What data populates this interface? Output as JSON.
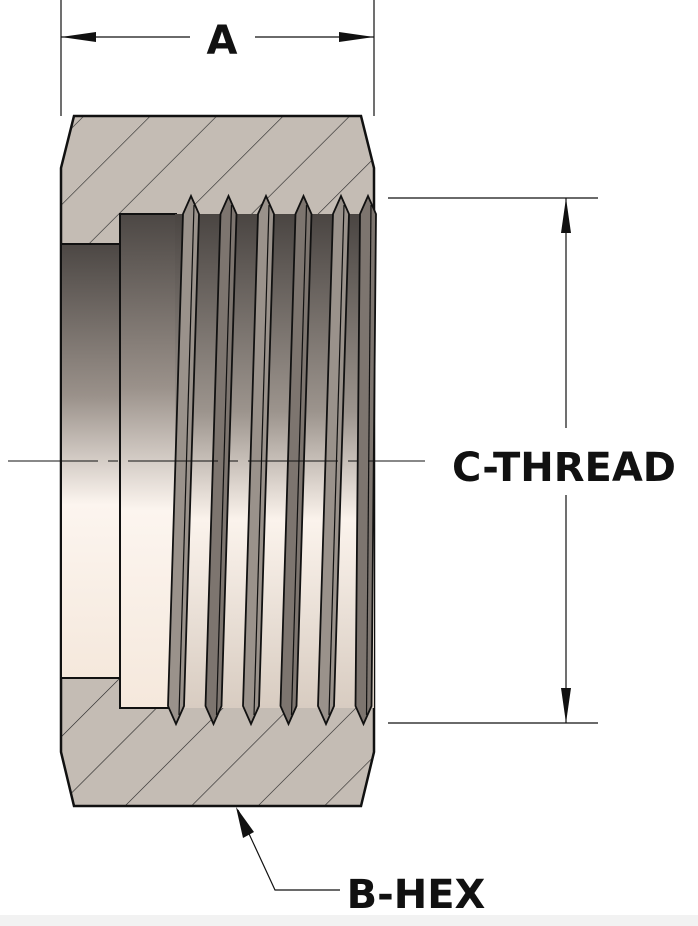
{
  "drawing": {
    "title": "Hex pipe cap section view",
    "labels": {
      "dim_a": "A",
      "dim_b": "B-HEX",
      "dim_c": "C-THREAD"
    },
    "colors": {
      "section_fill": "#c4bcb4",
      "outline": "#111111",
      "bore_dark": "#4c4744",
      "bore_light": "#fcf5ef"
    }
  }
}
